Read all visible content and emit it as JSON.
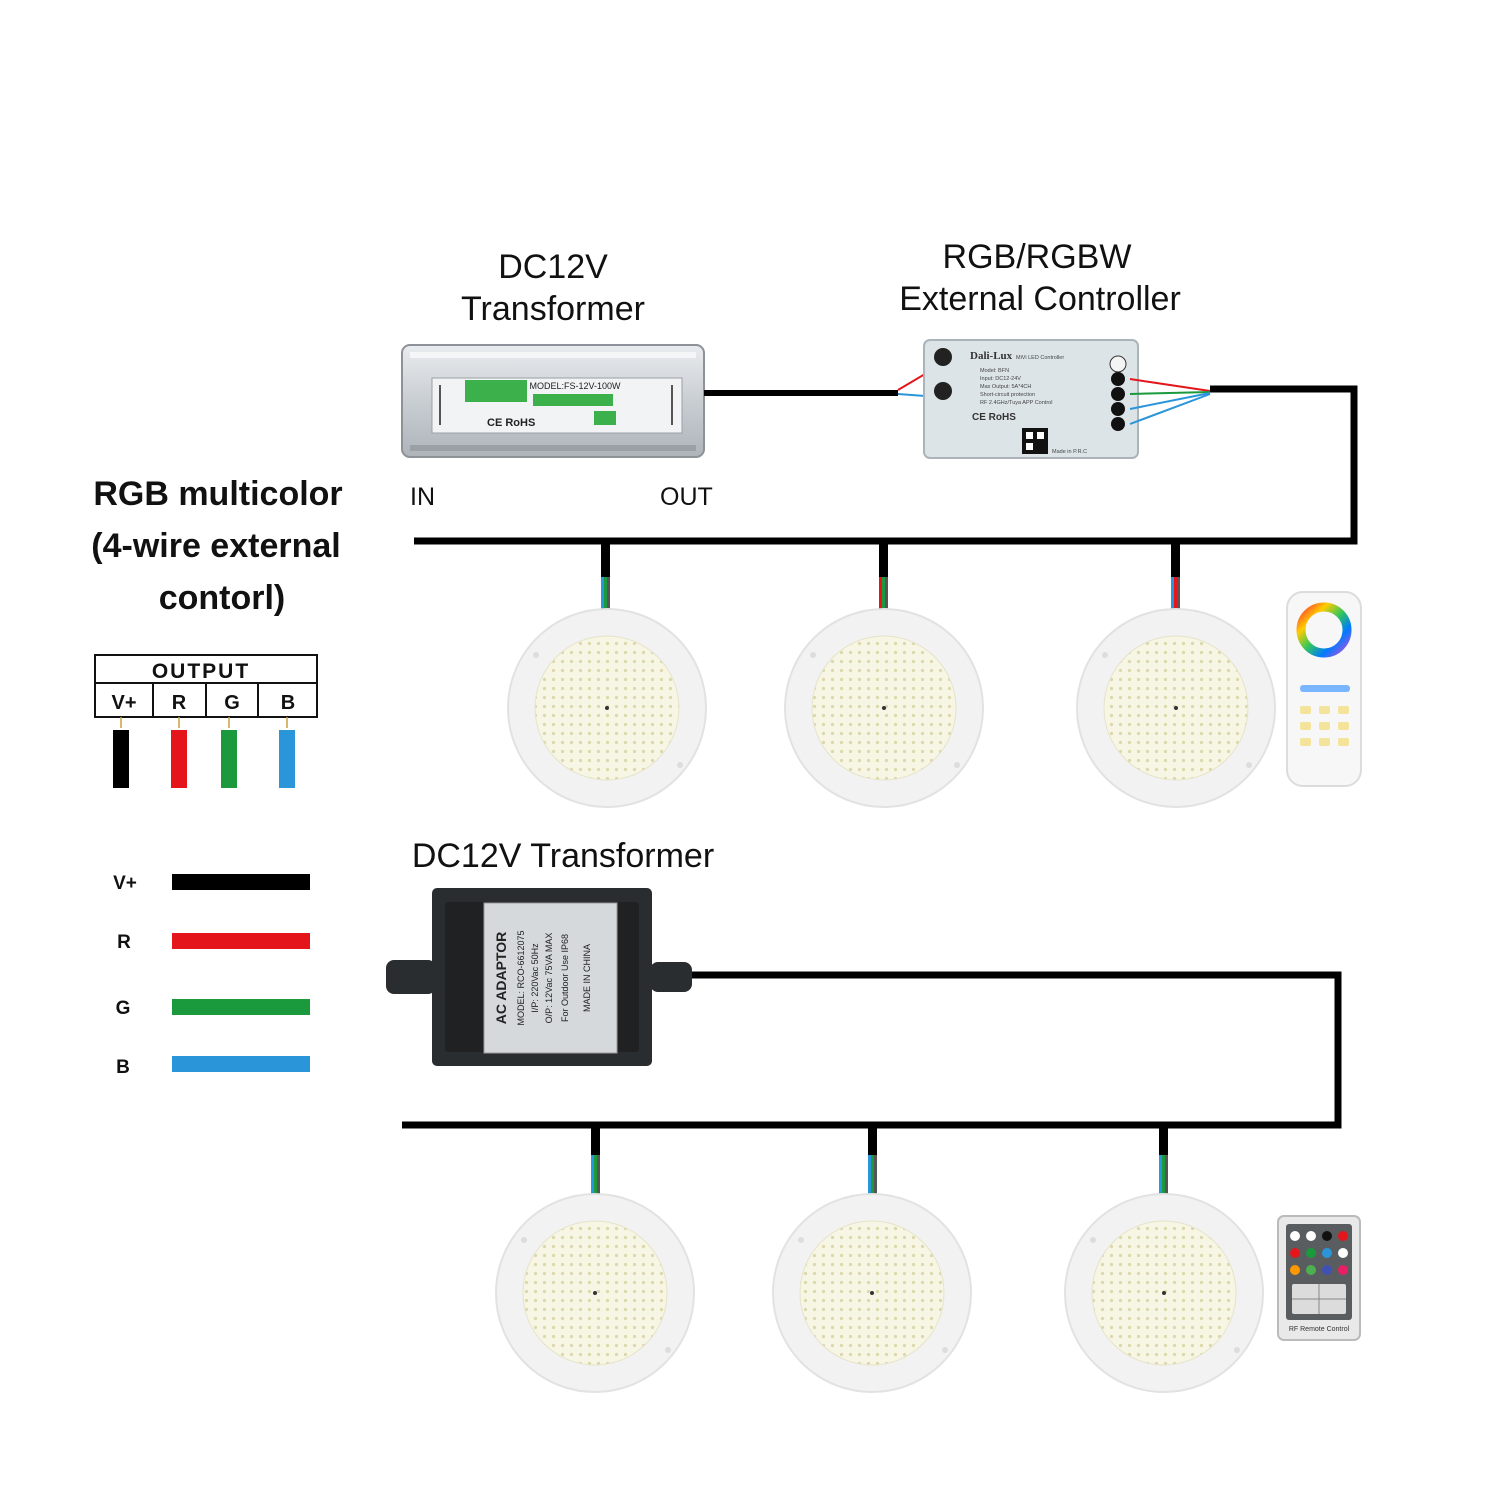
{
  "top_system": {
    "transformer_title": [
      "DC12V",
      "Transformer"
    ],
    "transformer_label": "MODEL:FS-12V-100W",
    "transformer_in": "IN",
    "transformer_out": "OUT",
    "controller_title": [
      "RGB/RGBW",
      "External Controller"
    ],
    "controller_brand": "Dali-Lux",
    "controller_spec_lines": [
      "MiVi LED Controller",
      "Model: BFN",
      "Input: DC12-24V",
      "Max Output: 5A*4CH",
      "Short-circuit protection",
      "RF 2.4GHz/Tuya APP Control",
      "Made in P.R.C"
    ],
    "controller_marks": "CE RoHS"
  },
  "legend": {
    "heading": [
      "RGB multicolor",
      "(4-wire external",
      "contorl)"
    ],
    "output_table": {
      "title": "OUTPUT",
      "columns": [
        "V+",
        "R",
        "G",
        "B"
      ],
      "wire_colors": [
        "#000000",
        "#e4161b",
        "#1a9a3c",
        "#2a95d8"
      ]
    },
    "wires": [
      {
        "label": "V+",
        "color": "#000000"
      },
      {
        "label": "R",
        "color": "#e4161b"
      },
      {
        "label": "G",
        "color": "#1a9a3c"
      },
      {
        "label": "B",
        "color": "#2a95d8"
      }
    ]
  },
  "bottom_system": {
    "transformer_title": "DC12V Transformer",
    "adaptor_lines": [
      "AC ADAPTOR",
      "MODEL: RCO-6612075",
      "I/P: 220Vac 50Hz",
      "O/P: 12Vac 75VA MAX",
      "For Outdoor Use IP68",
      "MADE IN CHINA"
    ],
    "remote_label": "RF Remote Control"
  },
  "colors": {
    "cable": "#000000",
    "lamp_ring": "#f2f2f2",
    "lamp_face": "#f6f4df",
    "led": "#e0dcb4"
  }
}
